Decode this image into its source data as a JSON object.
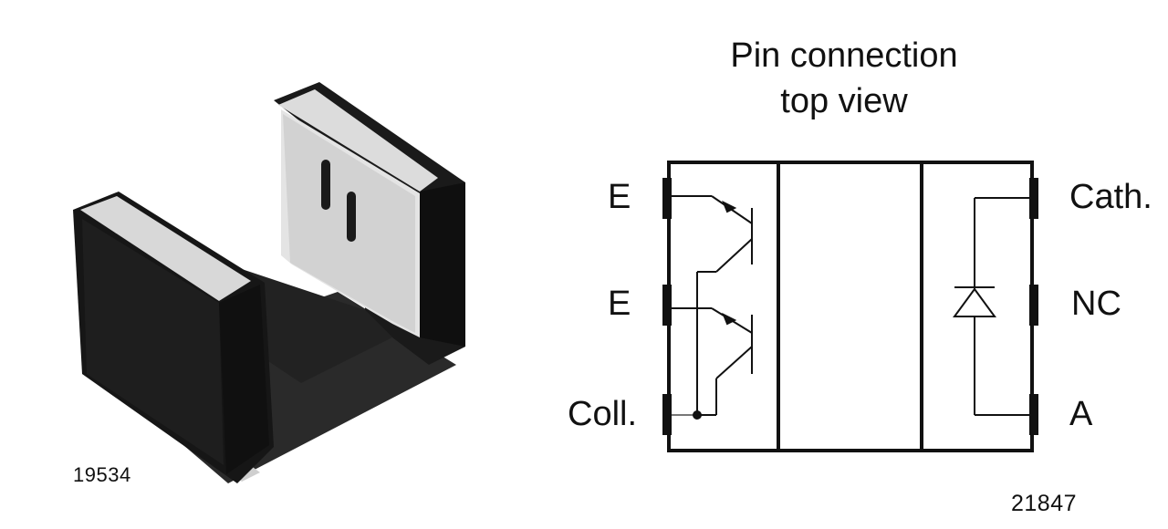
{
  "photo": {
    "figure_id": "19534"
  },
  "diagram": {
    "title_line1": "Pin connection",
    "title_line2": "top view",
    "figure_id": "21847",
    "pins_left": [
      "E",
      "E",
      "Coll."
    ],
    "pins_right": [
      "Cath.",
      "NC",
      "A"
    ],
    "colors": {
      "package_body": "#1c1c1c",
      "window": "#e6e6e6",
      "line": "#111111",
      "pin_trace": "#777777"
    }
  }
}
